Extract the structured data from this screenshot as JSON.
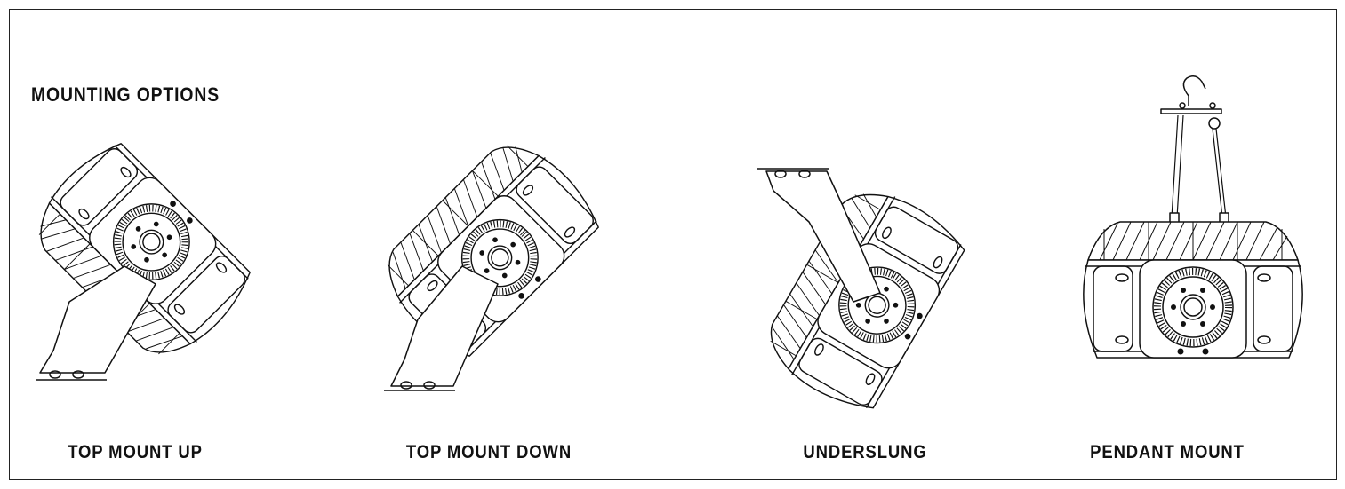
{
  "title": "MOUNTING OPTIONS",
  "options": [
    {
      "label": "TOP MOUNT UP"
    },
    {
      "label": "TOP MOUNT DOWN"
    },
    {
      "label": "UNDERSLUNG"
    },
    {
      "label": "PENDANT MOUNT"
    }
  ],
  "line_color": "#111111"
}
